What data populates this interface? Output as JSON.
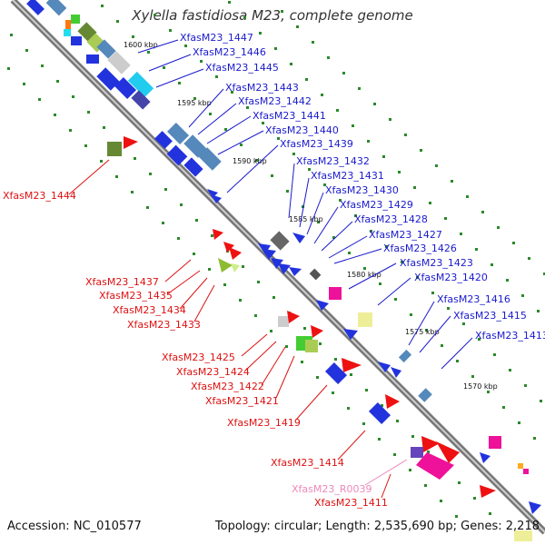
{
  "title": "Xylella fastidiosa M23, complete genome",
  "footer": {
    "accession": "Accession: NC_010577",
    "summary": "Topology: circular; Length: 2,535,690 bp; Genes: 2,218"
  },
  "colors": {
    "forward_label": "#1a1acc",
    "reverse_label": "#dd1111",
    "rna_label": "#ee88bb",
    "backbone": "#7a7a7a",
    "dots": "#2a8a2a"
  },
  "scale_ticks": [
    "1600 kbp",
    "1595 kbp",
    "1590 kbp",
    "1585 kbp",
    "1580 kbp",
    "1575 kbp",
    "1570 kbp"
  ],
  "forward_genes": [
    "XfasM23_1447",
    "XfasM23_1446",
    "XfasM23_1445",
    "XfasM23_1443",
    "XfasM23_1442",
    "XfasM23_1441",
    "XfasM23_1440",
    "XfasM23_1439",
    "XfasM23_1432",
    "XfasM23_1431",
    "XfasM23_1430",
    "XfasM23_1429",
    "XfasM23_1428",
    "XfasM23_1427",
    "XfasM23_1426",
    "XfasM23_1423",
    "XfasM23_1420",
    "XfasM23_1416",
    "XfasM23_1415",
    "XfasM23_1413"
  ],
  "reverse_genes": [
    "XfasM23_1444",
    "XfasM23_1437",
    "XfasM23_1435",
    "XfasM23_1434",
    "XfasM23_1433",
    "XfasM23_1425",
    "XfasM23_1424",
    "XfasM23_1422",
    "XfasM23_1421",
    "XfasM23_1419",
    "XfasM23_1414",
    "XfasM23_1411"
  ],
  "rna_genes": [
    "XfasM23_R0039"
  ]
}
